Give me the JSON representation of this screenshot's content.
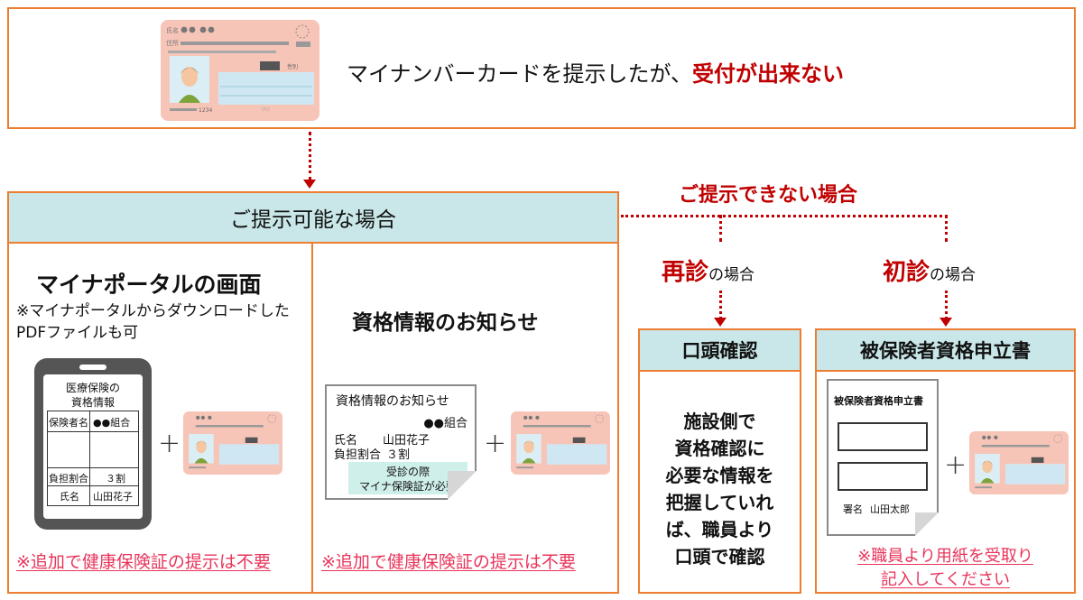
{
  "top": {
    "text_main": "マイナンバーカードを提示したが、",
    "text_emph": "受付が出来ない"
  },
  "left_section": {
    "header": "ご提示可能な場合",
    "portal": {
      "title": "マイナポータルの画面",
      "note": "※マイナポータルからダウンロードしたPDFファイルも可",
      "phone": {
        "title_line1": "医療保険の",
        "title_line2": "資格情報",
        "rows": [
          {
            "label": "保険者名",
            "value": "●●組合"
          },
          {
            "label": "負担割合",
            "value": "３割"
          },
          {
            "label": "氏名",
            "value": "山田花子"
          }
        ]
      },
      "footnote": "※追加で健康保険証の提示は不要"
    },
    "notice": {
      "title": "資格情報のお知らせ",
      "doc": {
        "title": "資格情報のお知らせ",
        "org": "●●組合",
        "name_label": "氏名",
        "name_value": "山田花子",
        "ratio_label": "負担割合",
        "ratio_value": "３割",
        "highlight_line1": "受診の際",
        "highlight_line2": "マイナ保険証が必要"
      },
      "footnote": "※追加で健康保険証の提示は不要"
    }
  },
  "branch_label": "ご提示できない場合",
  "revisit": {
    "label_emph": "再診",
    "label_rest": "の場合",
    "header": "口頭確認",
    "body": [
      "施設側で",
      "資格確認に",
      "必要な情報を",
      "把握していれ",
      "ば、職員より",
      "口頭で確認"
    ]
  },
  "first": {
    "label_emph": "初診",
    "label_rest": "の場合",
    "header": "被保険者資格申立書",
    "form": {
      "title": "被保険者資格申立書",
      "sign_label": "署名",
      "sign_value": "山田太郎"
    },
    "footnote_line1": "※職員より用紙を受取り",
    "footnote_line2": "記入してください"
  },
  "colors": {
    "border": "#ED7D31",
    "header_bg": "#C9E7E8",
    "emphasis": "#C00000",
    "link": "#E8345A",
    "card_bg": "#F7C5B8"
  },
  "icons": [
    "my-number-card-icon",
    "smartphone-icon",
    "document-icon",
    "form-document-icon",
    "plus-icon",
    "arrow-down-icon"
  ]
}
